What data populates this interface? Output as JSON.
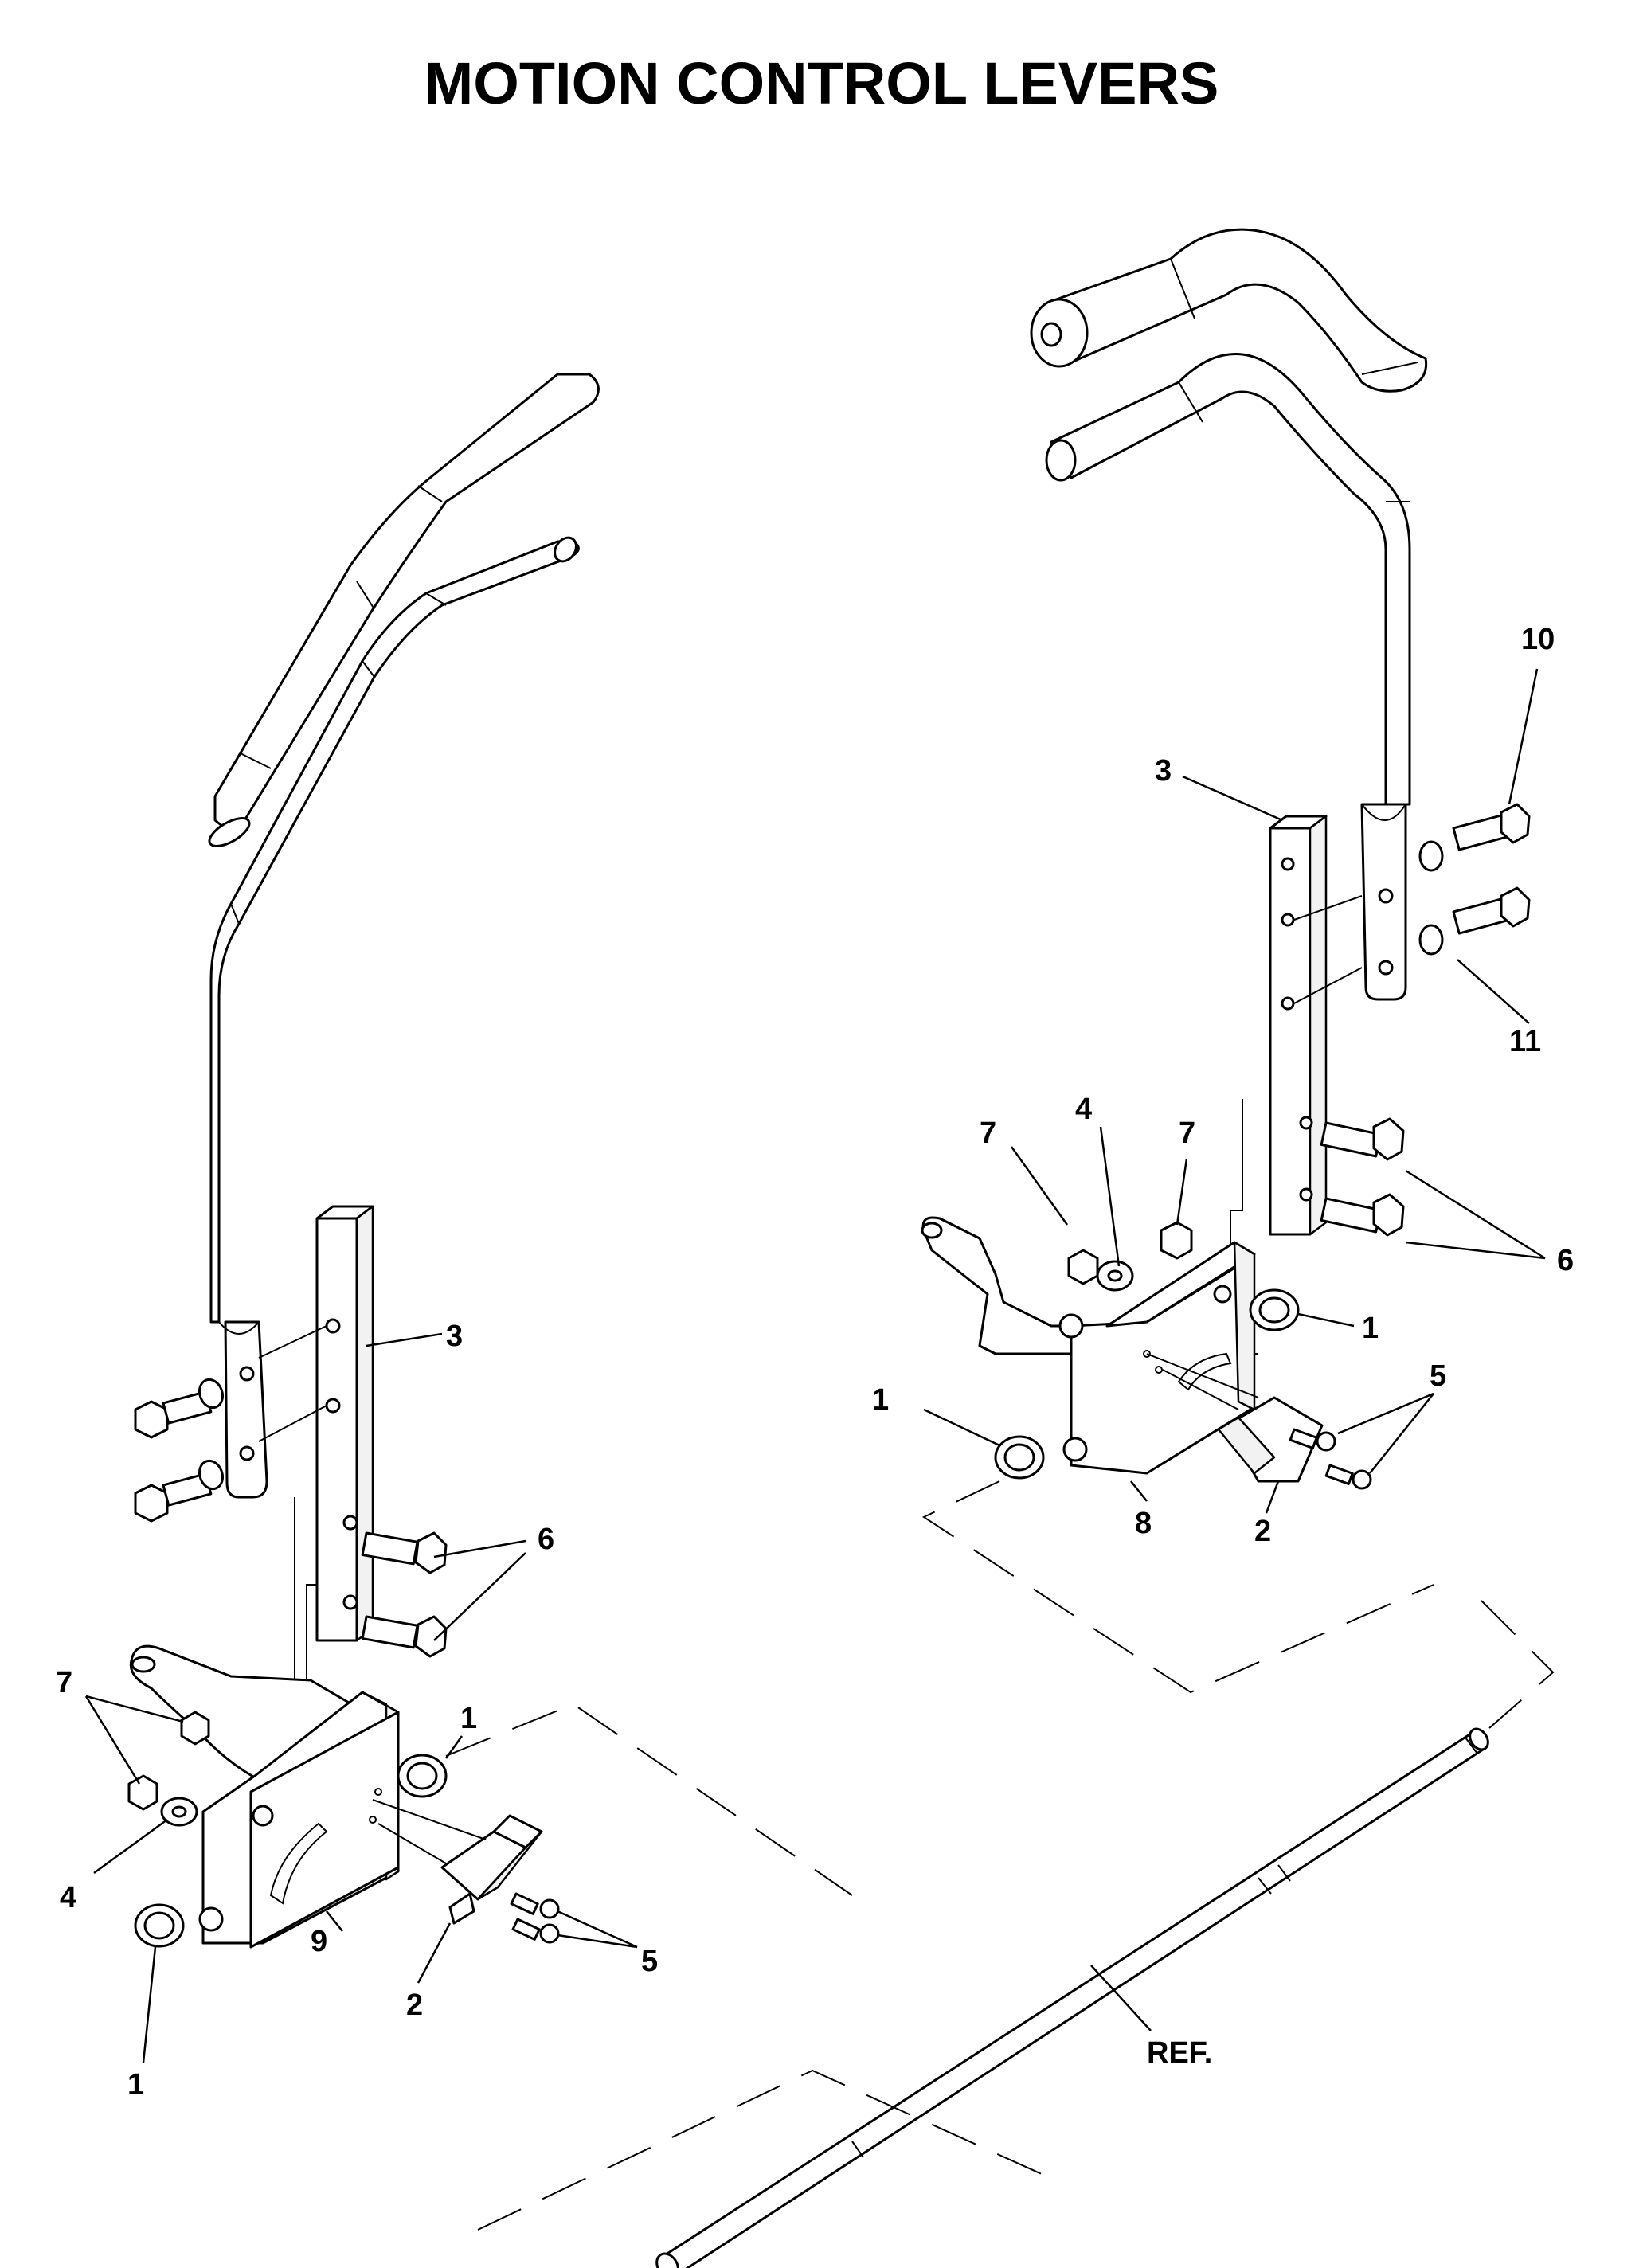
{
  "title": "MOTION CONTROL LEVERS",
  "callouts": [
    {
      "id": "l-3",
      "text": "3"
    },
    {
      "id": "l-6",
      "text": "6"
    },
    {
      "id": "l-7",
      "text": "7"
    },
    {
      "id": "l-4",
      "text": "4"
    },
    {
      "id": "l-1a",
      "text": "1"
    },
    {
      "id": "l-1b",
      "text": "1"
    },
    {
      "id": "l-9",
      "text": "9"
    },
    {
      "id": "l-2",
      "text": "2"
    },
    {
      "id": "l-5",
      "text": "5"
    },
    {
      "id": "r-10",
      "text": "10"
    },
    {
      "id": "r-3",
      "text": "3"
    },
    {
      "id": "r-11",
      "text": "11"
    },
    {
      "id": "r-7a",
      "text": "7"
    },
    {
      "id": "r-4",
      "text": "4"
    },
    {
      "id": "r-7b",
      "text": "7"
    },
    {
      "id": "r-6",
      "text": "6"
    },
    {
      "id": "r-1a",
      "text": "1"
    },
    {
      "id": "r-1b",
      "text": "1"
    },
    {
      "id": "r-5",
      "text": "5"
    },
    {
      "id": "r-8",
      "text": "8"
    },
    {
      "id": "r-2",
      "text": "2"
    },
    {
      "id": "ref",
      "text": "REF."
    }
  ]
}
